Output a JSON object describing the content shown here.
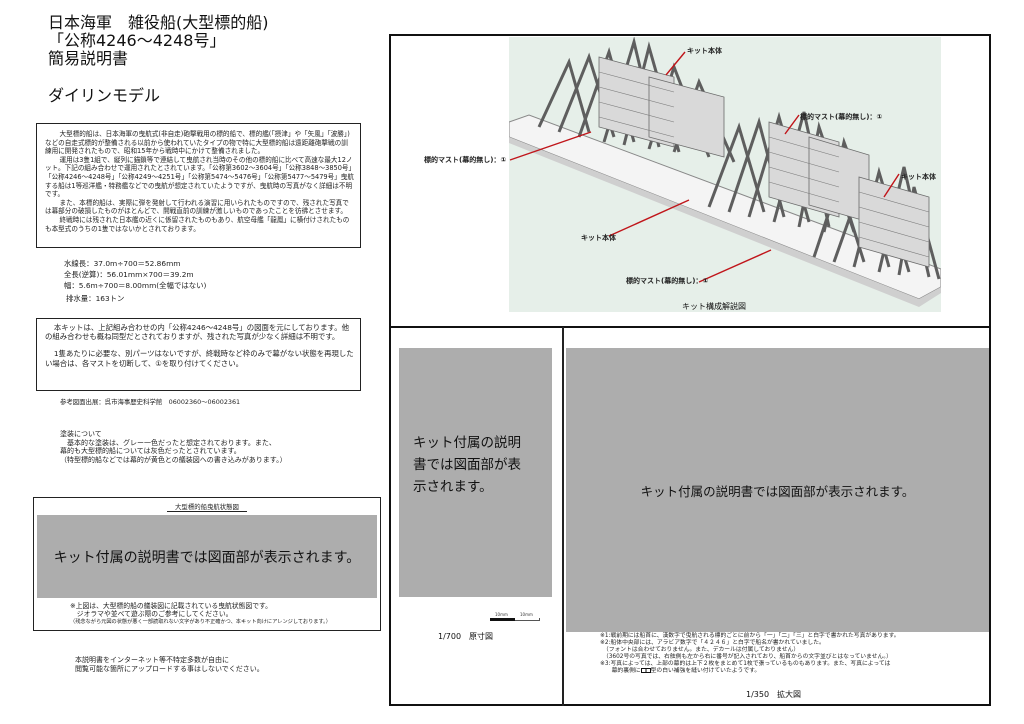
{
  "header": {
    "title_lines": [
      "日本海軍　雑役船(大型標的船)",
      "「公称4246～4248号」",
      "簡易説明書"
    ],
    "maker": "ダイリンモデル"
  },
  "description": {
    "paragraphs": [
      "大型標的船は、日本海軍の曳航式(非自走)砲撃戦用の標的船で、標的艦(「摂津」や「矢風」「波勝」)などの自走式標的が整備される以前から使われていたタイプの物で特に大型標的船は遠距離砲撃戦の訓練用に開発されたもので、昭和15年から戦時中にかけて整備されました。",
      "運用は3隻1組で、縦列に錨鎖等で連結して曳航され当時のその他の標的船に比べて高速な最大12ノット。下記の組み合わせで運用されたとされています。「公称第3602～3604号」「公称3848～3850号」「公称4246～4248号」「公称4249～4251号」「公称第5474～5476号」「公称第5477～5479号」曳航する船は1等巡洋艦・特務艦などでの曳航が想定されていたようですが、曳航時の写真がなく詳細は不明です。",
      "また、本標的船は、実際に弾を発射して行われる演習に用いられたものですので、残された写真では幕部分の破損したものがほとんどで、開戦直前の訓練が激しいものであったことを彷彿とさせます。",
      "終戦時には残された日本艦の近くに係留されたものもあり、航空母艦「龍鳳」に横付けされたものも本型式のうちの1隻ではないかとされております。"
    ]
  },
  "specs": {
    "waterline": "水線長：37.0m÷700＝52.86mm",
    "overall": "全長(逆算)：56.01mm×700＝39.2m",
    "beam": "幅：5.6m÷700＝8.00mm(全幅ではない)",
    "displacement": "排水量：163トン"
  },
  "kit_note": {
    "para1": "本キットは、上記組み合わせの内「公称4246～4248号」の図面を元にしております。他の組み合わせも概ね同型だとされておりますが、残された写真が少なく詳細は不明です。",
    "para2": "1隻あたりに必要な、別パーツはないですが、終戦時など枠のみで幕がない状態を再現したい場合は、各マストを切断して、①を取り付けてください。"
  },
  "source": "参考図面出展：呉市海事歴史科学館　06002360～06002361",
  "painting": {
    "lines": [
      "塗装について",
      "　基本的な塗装は、グレー一色だったと想定されております。また、",
      "幕的も大型標的船については灰色だったとされています。",
      "（特型標的船などでは幕的が黄色との艤装図への書き込みがあります。）"
    ]
  },
  "tow_diagram": {
    "title": "大型標的船曳航状態図",
    "placeholder": "キット付属の説明書では図面部が表示されます。",
    "note_lines": [
      "※上図は、大型標的船の艤装図に記載されている曳航状態図です。",
      "　ジオラマや並べて遊ぶ際のご参考にしてください。"
    ],
    "note_small": "（残念ながら元図の状態が悪く一部読取れない文字があり不正確かつ、本キット向けにアレンジしております。）"
  },
  "upload_note": {
    "lines": [
      "本説明書をインターネット等不特定多数が自由に",
      "閲覧可能な箇所にアップロードする事はしないでください。"
    ]
  },
  "kit_diagram": {
    "caption": "キット構成解説図",
    "background_color": "#e6efe9",
    "arrow_color": "#c0151a",
    "callouts": [
      {
        "label": "キット本体"
      },
      {
        "label": "標的マスト(幕的無し)：①"
      },
      {
        "label": "標的マスト(幕的無し)：①"
      },
      {
        "label": "キット本体"
      },
      {
        "label": "キット本体"
      },
      {
        "label": "標的マスト(幕的無し)：①"
      }
    ]
  },
  "original_scale": {
    "placeholder_lines": [
      "キット付属の説明",
      "書では図面部が表",
      "示されます。"
    ],
    "scale_label_1": "10mm",
    "scale_label_2": "10mm",
    "caption": "1/700　原寸図"
  },
  "enlarged": {
    "placeholder": "キット付属の説明書では図面部が表示されます。",
    "notes": [
      "※1:戦前期には船首に、漢数字で曳航される標的ごとに前から「一」「二」「三」と白字で書かれた写真があります。",
      "※2:船体中央部には、アラビア数字で「４２４６」と白字で船名が書かれていました。",
      "　（フォントは合わせておりません。また、デカールは付属しておりません）",
      "　（3602号の写真では、右舷側も左から右に番号が記入されており、船首からの文字並びとはなっていません。）",
      "※3:写真によっては、上部の幕的は上下２枚をまとめて1枚で張っているものもあります。また、写真によっては"
    ],
    "note_last_prefix": "　　幕的裏側に",
    "note_last_suffix": "型の白い補強を縫い付けていたようです。",
    "caption": "1/350　拡大図"
  }
}
